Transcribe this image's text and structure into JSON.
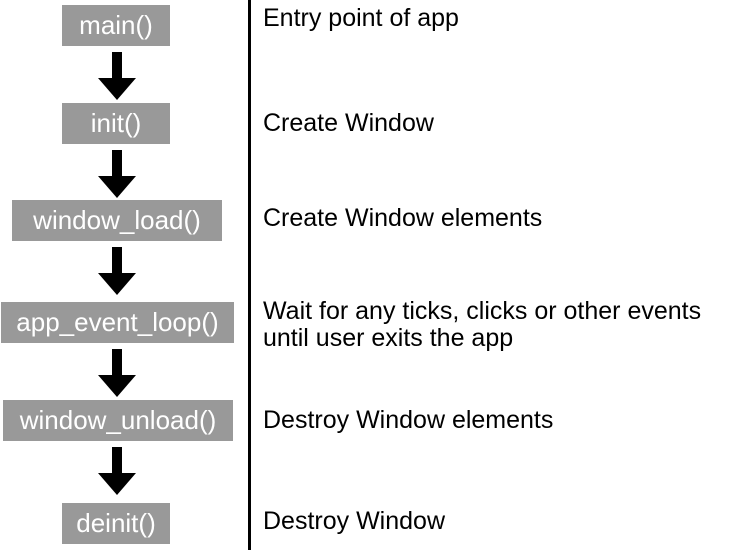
{
  "diagram": {
    "kind": "app-lifecycle-flowchart",
    "colors": {
      "box_fill": "#999999",
      "box_text": "#ffffff",
      "arrow": "#000000",
      "divider": "#000000",
      "description_text": "#000000",
      "background": "#ffffff"
    },
    "steps": [
      {
        "func": "main()",
        "desc": "Entry point of app"
      },
      {
        "func": "init()",
        "desc": "Create Window"
      },
      {
        "func": "window_load()",
        "desc": "Create Window elements"
      },
      {
        "func": "app_event_loop()",
        "desc": "Wait for any ticks, clicks or other events\nuntil user exits the app"
      },
      {
        "func": "window_unload()",
        "desc": "Destroy Window elements"
      },
      {
        "func": "deinit()",
        "desc": "Destroy Window"
      }
    ]
  }
}
